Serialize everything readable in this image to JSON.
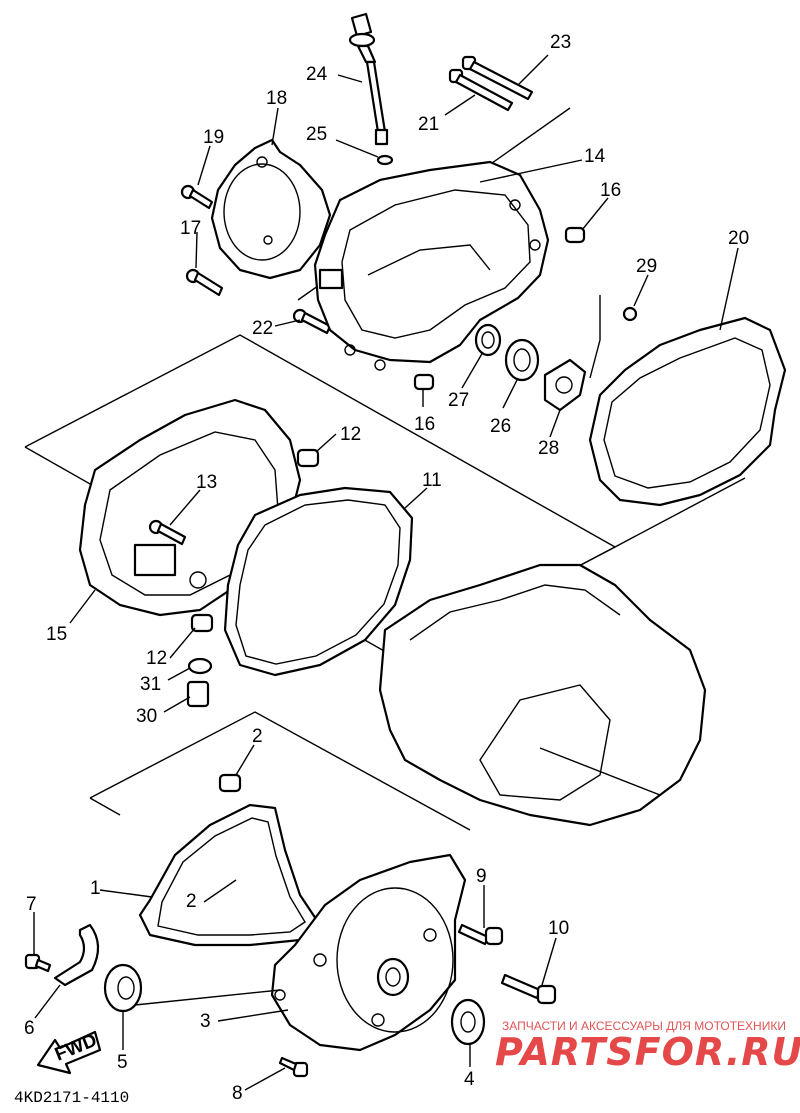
{
  "diagram": {
    "part_code": "4KD2171-4110",
    "fwd_label": "FWD",
    "watermark_line1": "ЗАПЧАСТИ И АКСЕССУАРЫ ДЛЯ МОТОТЕХНИКИ",
    "watermark_line2": "PARTSFOR.RU",
    "callouts": [
      "1",
      "2",
      "2",
      "3",
      "4",
      "5",
      "6",
      "7",
      "8",
      "9",
      "10",
      "11",
      "12",
      "12",
      "13",
      "14",
      "15",
      "16",
      "16",
      "17",
      "18",
      "19",
      "20",
      "21",
      "22",
      "23",
      "24",
      "25",
      "26",
      "27",
      "28",
      "29",
      "30",
      "31"
    ]
  }
}
